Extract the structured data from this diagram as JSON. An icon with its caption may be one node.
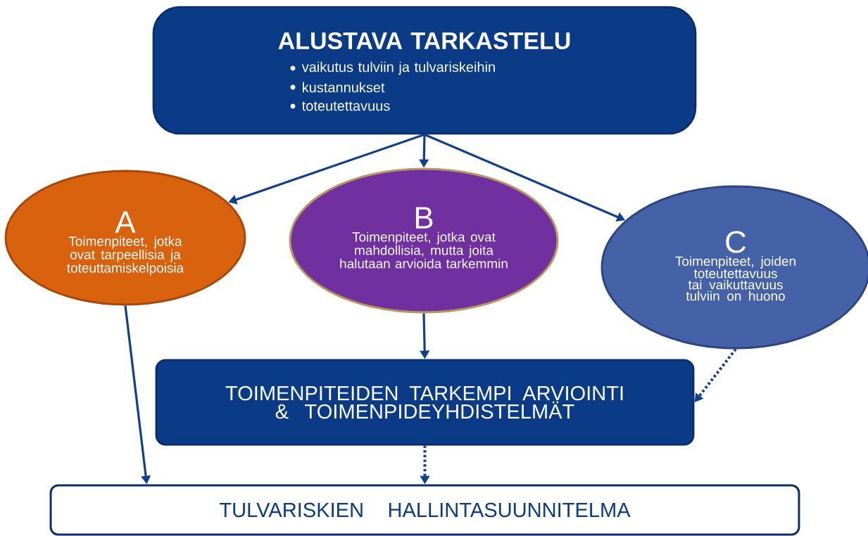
{
  "diagram": {
    "nodes": [
      {
        "text": [
          "ALUSTAVA TARKASTELU",
          "vaikutus tulviin ja tulvariskeihin",
          "kustannukset",
          "toteutettavuus"
        ]
      },
      {
        "text": [
          "A",
          "Toimenpiteet, jotka ovat tarpeellisia ja toteuttamiskelpoisia"
        ]
      },
      {
        "text": [
          "B",
          "Toimenpiteet, jotka ovat mahdollisia, mutta joita halutaan arvioida tarkemmin"
        ]
      },
      {
        "text": [
          "C",
          "Toimenpiteet, joiden toteutettavuus tai vaikuttavuus tulviin on huono"
        ]
      },
      {
        "text": [
          "TOIMENPITEIDEN TARKEMPI ARVIOINTI & TOIMENPIDEYHDISTELMÄT"
        ]
      },
      {
        "text": [
          "TULVARISKIEN HALLINTASUUNNITELMA"
        ]
      }
    ],
    "edges": [
      {
        "from": 0,
        "to": 1,
        "arrow": "to"
      },
      {
        "from": 0,
        "to": 2,
        "arrow": "to"
      },
      {
        "from": 0,
        "to": 3,
        "arrow": "to"
      },
      {
        "from": 1,
        "to": 5,
        "arrow": "to"
      },
      {
        "from": 2,
        "to": 4,
        "arrow": "to"
      },
      {
        "from": 3,
        "to": 4,
        "arrow": "to",
        "style": "dashed"
      },
      {
        "from": 4,
        "to": 5,
        "arrow": "to",
        "style": "dashed"
      }
    ]
  }
}
